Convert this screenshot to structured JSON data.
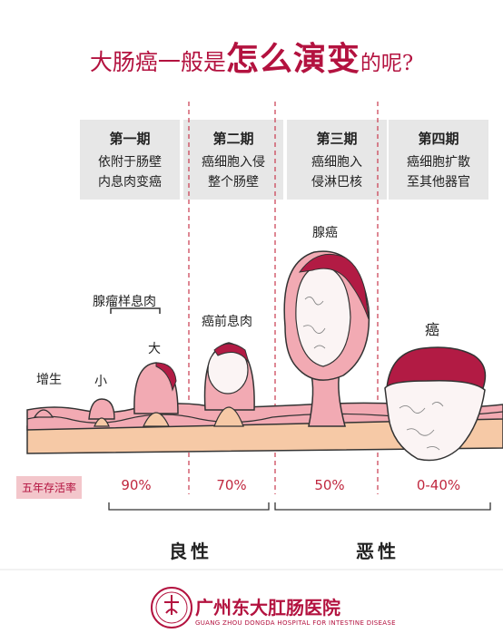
{
  "title": {
    "pre": "大肠癌一般是",
    "emph": "怎么演变",
    "post": "的呢?"
  },
  "stages": [
    {
      "heading": "第一期",
      "lines": [
        "依附于肠壁",
        "内息肉变癌"
      ]
    },
    {
      "heading": "第二期",
      "lines": [
        "癌细胞入侵",
        "整个肠壁"
      ]
    },
    {
      "heading": "第三期",
      "lines": [
        "癌细胞入",
        "侵淋巴核"
      ]
    },
    {
      "heading": "第四期",
      "lines": [
        "癌细胞扩散",
        "至其他器官"
      ]
    }
  ],
  "labels": {
    "hyperplasia": "增生",
    "adenoma": "腺瘤样息肉",
    "small": "小",
    "large": "大",
    "precancer": "癌前息肉",
    "adenocarcinoma": "腺癌",
    "cancer": "癌"
  },
  "survival": {
    "label": "五年存活率",
    "values": [
      "90%",
      "70%",
      "50%",
      "0-40%"
    ]
  },
  "groups": {
    "benign": "良性",
    "malignant": "恶性"
  },
  "hospital": {
    "name": "广州东大肛肠医院",
    "english": "GUANG ZHOU DONGDA HOSPITAL FOR INTESTINE DISEASE"
  },
  "colors": {
    "accent": "#b3123f",
    "tissue_pink": "#f2aab3",
    "tissue_peach": "#f6c9a6",
    "tumor_dark": "#b21b44"
  }
}
